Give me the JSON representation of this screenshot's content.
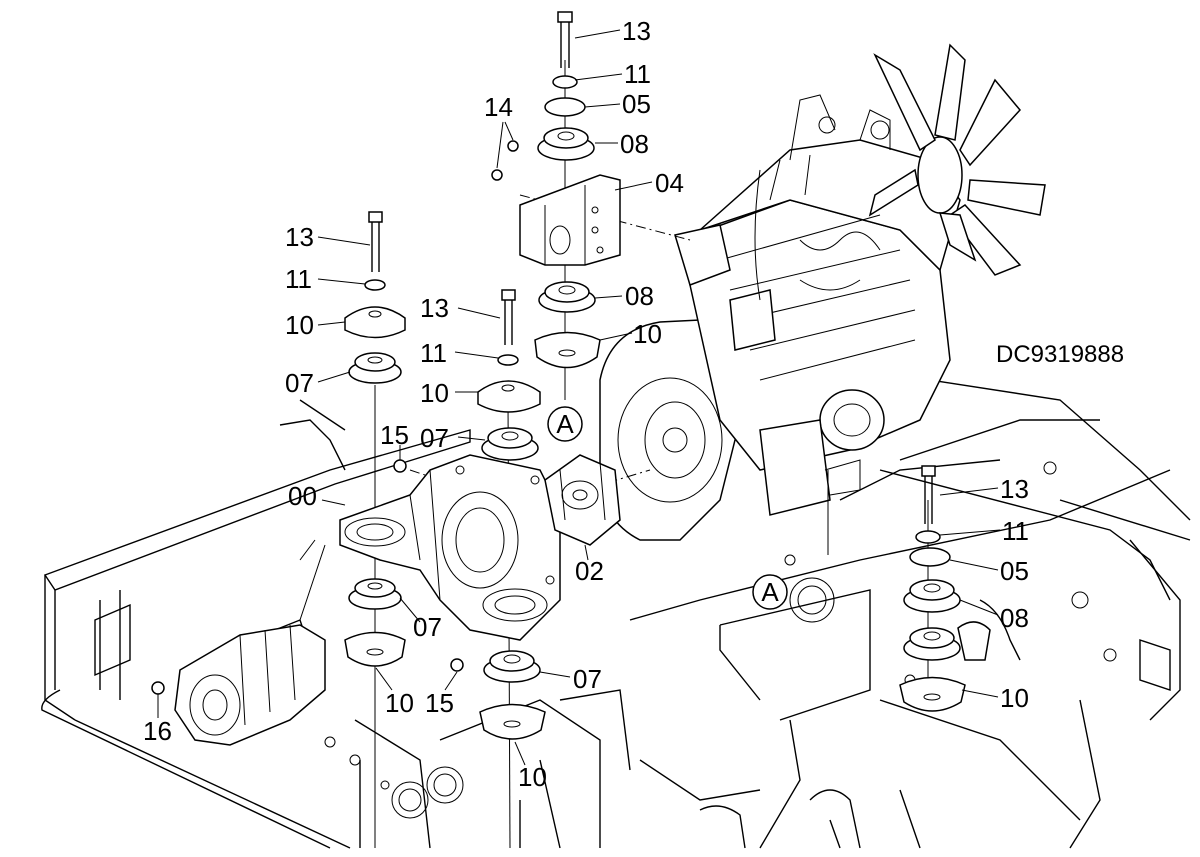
{
  "drawing_code": "DC9319888",
  "callouts": {
    "c13a": "13",
    "c11a": "11",
    "c05a": "05",
    "c08a": "08",
    "c14": "14",
    "c04": "04",
    "c13b": "13",
    "c11b": "11",
    "c10a": "10",
    "c07a": "07",
    "c13c": "13",
    "c11c": "11",
    "c10b": "10",
    "c07b": "07",
    "c15a": "15",
    "c00": "00",
    "c08b": "08",
    "c10c": "10",
    "c02": "02",
    "c07c": "07",
    "c07d": "07",
    "c10d": "10",
    "c15b": "15",
    "c16": "16",
    "c10e": "10",
    "c13d": "13",
    "c11d": "11",
    "c05b": "05",
    "c08c": "08",
    "c10f": "10"
  },
  "view_marks": {
    "a1": "A",
    "a2": "A"
  }
}
